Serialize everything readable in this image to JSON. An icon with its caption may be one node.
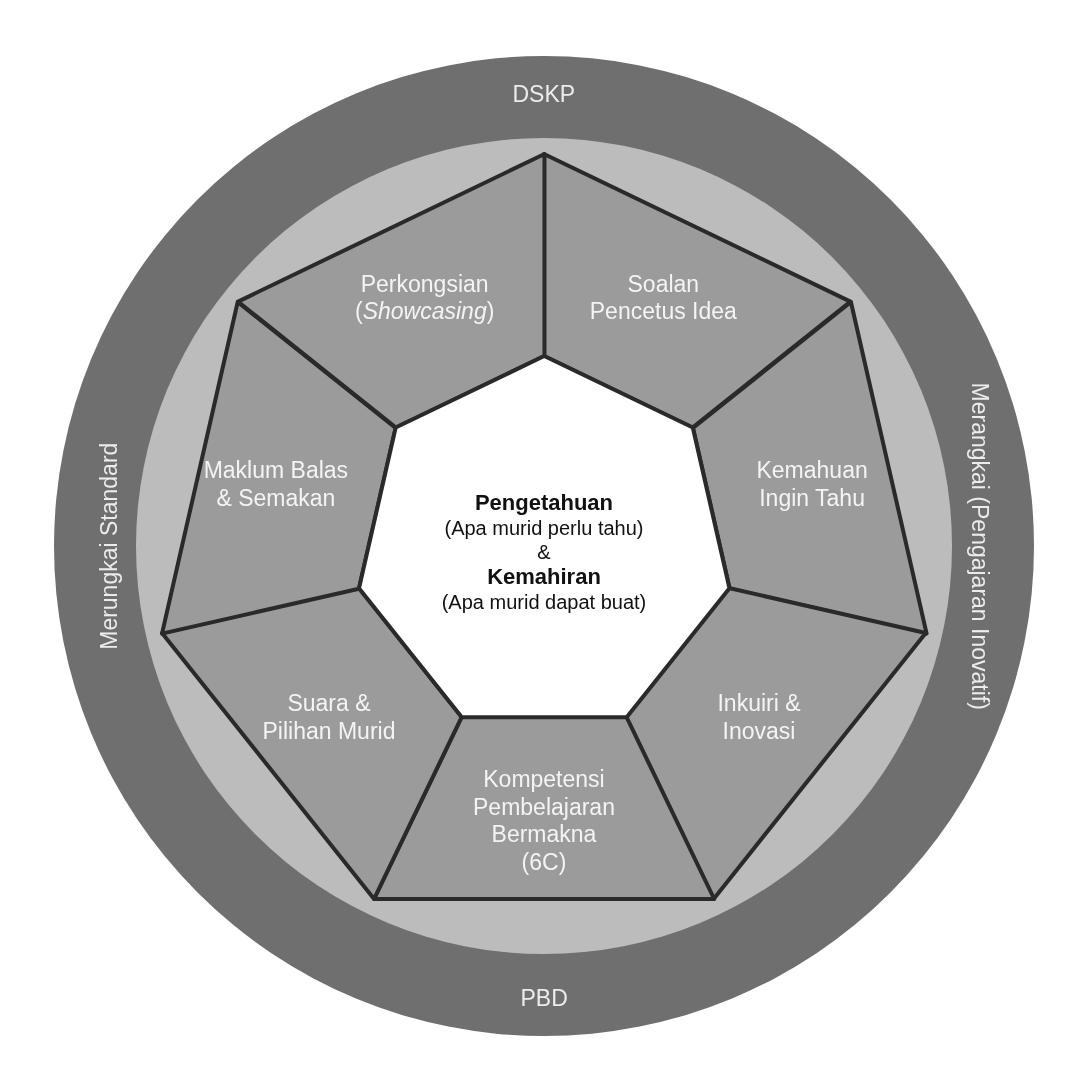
{
  "diagram": {
    "nodes": [
      {
        "text": [
          "DSKP",
          "Merangkai (Pengajaran Inovatif)",
          "PBD",
          "Merungkai Standard"
        ]
      },
      {
        "text": [
          "Soalan Pencetus Idea"
        ],
        "in": 0
      },
      {
        "text": [
          "Kemahuan Ingin Tahu"
        ],
        "in": 0
      },
      {
        "text": [
          "Inkuiri & Inovasi"
        ],
        "in": 0
      },
      {
        "text": [
          "Kompetensi Pembelajaran Bermakna (6C)"
        ],
        "in": 0
      },
      {
        "text": [
          "Suara & Pilihan Murid"
        ],
        "in": 0
      },
      {
        "text": [
          "Maklum Balas & Semakan"
        ],
        "in": 0
      },
      {
        "text": [
          "Perkongsian (*Showcasing*)"
        ],
        "in": 0
      },
      {
        "text": [
          "**Pengetahuan** (Apa murid perlu tahu)",
          "&",
          "**Kemahiran** (Apa murid dapat buat)"
        ],
        "in": 0
      }
    ],
    "edges": []
  }
}
